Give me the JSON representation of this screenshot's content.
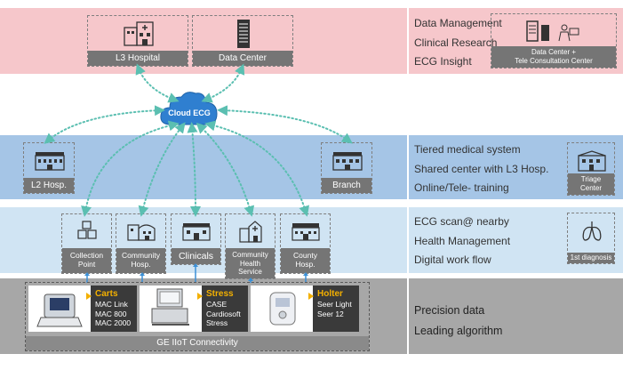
{
  "top": {
    "hospital_label": "L3  Hospital",
    "datacenter_label": "Data Center",
    "right_lines": [
      "Data Management",
      "Clinical Research",
      "ECG Insight"
    ],
    "right_box_label": "Data Center  +\nTele Consultation Center"
  },
  "cloud": {
    "label": "Cloud ECG"
  },
  "tier2": {
    "l2_label": "L2  Hosp.",
    "branch_label": "Branch",
    "right_lines": [
      "Tiered medical system",
      "Shared center with L3 Hosp.",
      "Online/Tele- training"
    ],
    "right_box_label": "Triage\nCenter"
  },
  "tier3": {
    "items": [
      "Collection\nPoint",
      "Community\nHosp.",
      "Clinicals",
      "Community\nHealth\nService",
      "County\nHosp."
    ],
    "right_lines": [
      "ECG scan@ nearby",
      "Health Management",
      "Digital work flow"
    ],
    "right_box_label": "1st diagnosis"
  },
  "devices": {
    "carts": {
      "title": "Carts",
      "lines": [
        "MAC Link",
        "MAC 800",
        "MAC 2000"
      ]
    },
    "stress": {
      "title": "Stress",
      "lines": [
        "CASE",
        "Cardiosoft",
        "Stress"
      ]
    },
    "holter": {
      "title": "Holter",
      "lines": [
        "Seer Light",
        "Seer 12"
      ]
    },
    "footer": "GE IIoT Connectivity",
    "right_lines": [
      "Precision data",
      "Leading algorithm"
    ]
  },
  "colors": {
    "pink": "#f6c7cb",
    "blue": "#a5c5e6",
    "light_blue": "#d0e4f3",
    "gray": "#a7a7a7",
    "connector": "#5bbfb1",
    "cloud": "#2f7fd0"
  }
}
